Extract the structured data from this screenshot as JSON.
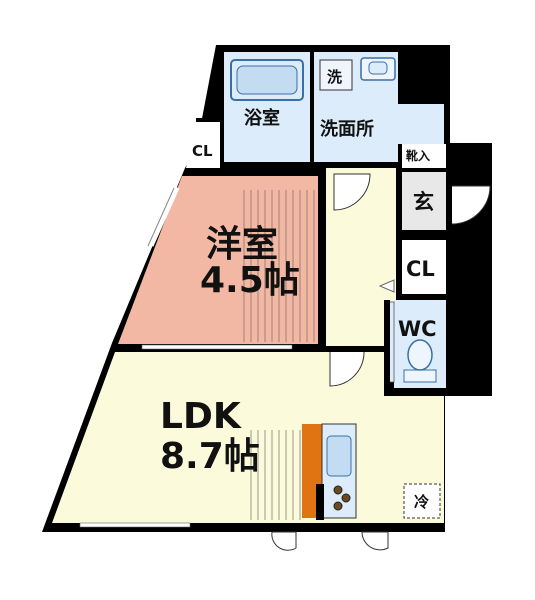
{
  "rooms": {
    "ldk": {
      "label": "LDK",
      "size": "8.7帖"
    },
    "western_room": {
      "label": "洋室",
      "size": "4.5帖"
    },
    "bathroom": {
      "label": "浴室"
    },
    "washroom": {
      "label": "洗面所"
    },
    "washer": {
      "label": "洗"
    },
    "toilet": {
      "label": "WC"
    },
    "entrance": {
      "label": "玄"
    },
    "shoe_box": {
      "label": "靴入"
    },
    "closet_hall": {
      "label": "CL"
    },
    "closet_bedroom": {
      "label": "CL"
    },
    "refrigerator": {
      "label": "冷"
    }
  },
  "colors": {
    "wall": "#000000",
    "ldk_floor": "#fbfbdc",
    "western_floor": "#f3b8a4",
    "wet_area_floor": "#dcecfa",
    "hall_floor": "#fbfbdc",
    "entrance_floor": "#e8e8e8",
    "kitchen_counter": "#e07412"
  }
}
